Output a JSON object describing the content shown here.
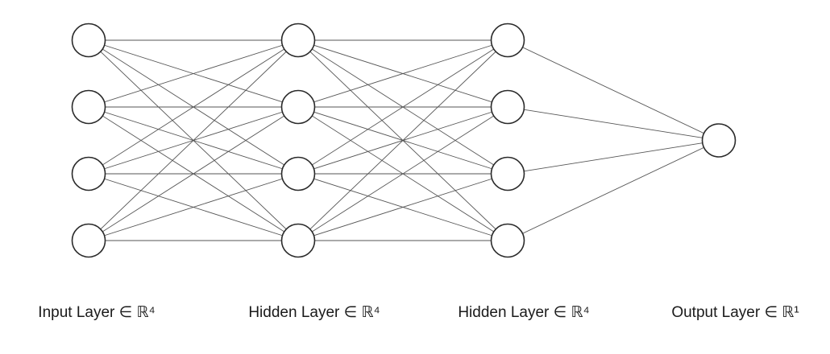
{
  "network": {
    "layers": [
      {
        "label": "Input Layer ∈ ℝ⁴",
        "neurons": 4
      },
      {
        "label": "Hidden Layer ∈ ℝ⁴",
        "neurons": 4
      },
      {
        "label": "Hidden Layer ∈ ℝ⁴",
        "neurons": 4
      },
      {
        "label": "Output Layer ∈ ℝ¹",
        "neurons": 1
      }
    ],
    "connectivity": "fully-connected",
    "colors": {
      "node_fill": "#ffffff",
      "node_stroke": "#2a2a2a",
      "edge_stroke": "#555555",
      "label_text": "#1a1a1a"
    }
  }
}
